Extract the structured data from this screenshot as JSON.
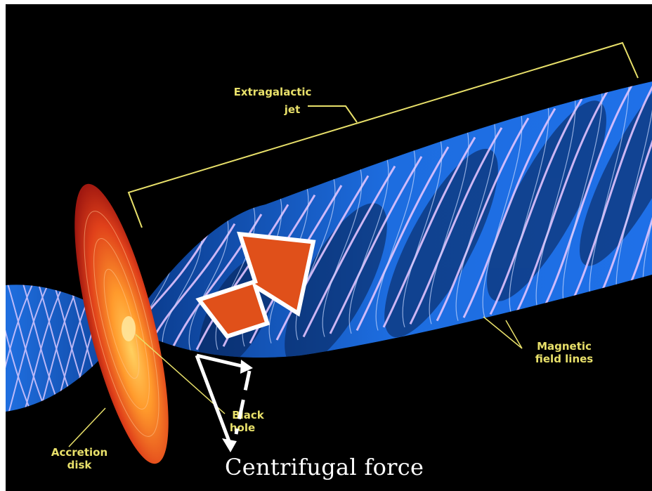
{
  "labels": {
    "extragalactic_line1": "Extragalactic",
    "extragalactic_line2": "jet",
    "magnetic_line1": "Magnetic",
    "magnetic_line2": "field lines",
    "blackhole_line1": "Black",
    "blackhole_line2": "hole",
    "accretion_line1": "Accretion",
    "accretion_line2": "disk"
  },
  "caption": "Centrifugal force",
  "colors": {
    "background": "#000000",
    "label": "#e8e06a",
    "jet": "#1e6fe0",
    "field_lines": "#d9b8ff",
    "disk_outer": "#c0281a",
    "disk_inner": "#ffb040",
    "arrow_fill": "#e0501a",
    "arrow_outline": "#ffffff"
  }
}
